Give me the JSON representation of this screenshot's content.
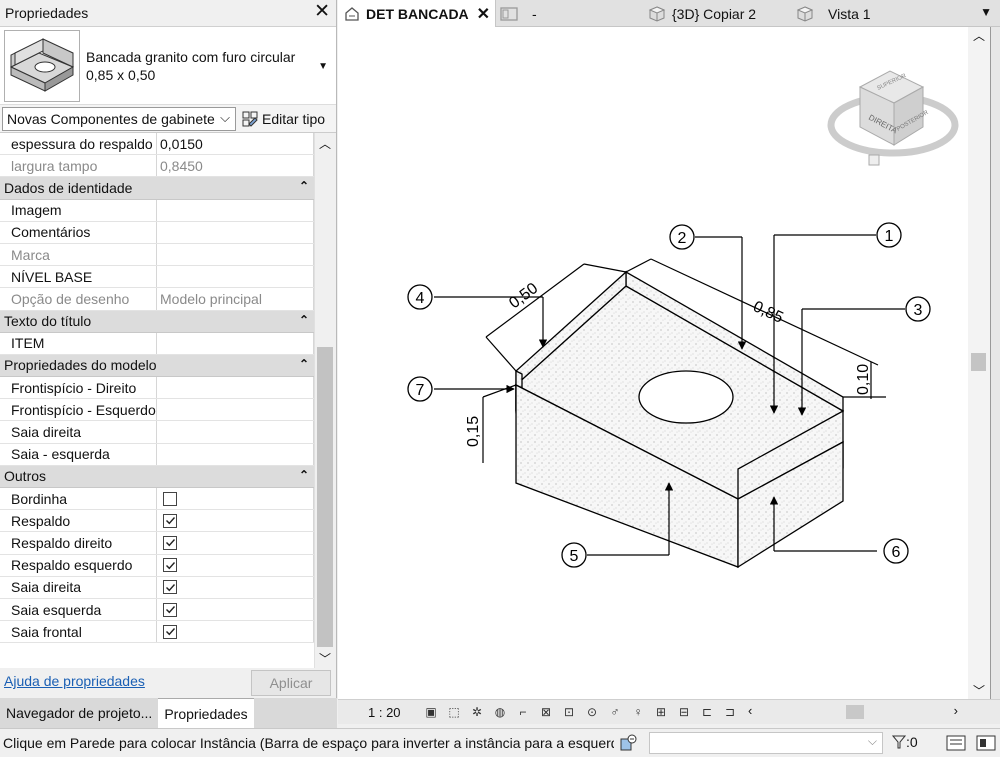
{
  "properties_panel": {
    "title": "Propriedades",
    "type_name_line1": "Bancada granito com furo circular",
    "type_name_line2": "0,85 x 0,50",
    "filter_dropdown": "Novas Componentes de gabinete",
    "edit_type_label": "Editar tipo",
    "rows_top": [
      {
        "name": "espessura do respaldo",
        "value": "0,0150",
        "greyed": false
      },
      {
        "name": "largura tampo",
        "value": "0,8450",
        "greyed": true
      }
    ],
    "groups": [
      {
        "label": "Dados de identidade",
        "rows": [
          {
            "name": "Imagem",
            "value": "",
            "greyed": false
          },
          {
            "name": "Comentários",
            "value": "",
            "greyed": false
          },
          {
            "name": "Marca",
            "value": "",
            "greyed": true
          },
          {
            "name": "NÍVEL BASE",
            "value": "",
            "greyed": false
          },
          {
            "name": "Opção de desenho",
            "value": "Modelo principal",
            "greyed": true
          }
        ]
      },
      {
        "label": "Texto do título",
        "rows": [
          {
            "name": "ITEM",
            "value": "",
            "greyed": false
          }
        ]
      },
      {
        "label": "Propriedades do modelo",
        "rows": [
          {
            "name": "Frontispício - Direito",
            "value": "",
            "greyed": false
          },
          {
            "name": "Frontispício - Esquerdo",
            "value": "",
            "greyed": false
          },
          {
            "name": "Saia direita",
            "value": "",
            "greyed": false
          },
          {
            "name": "Saia - esquerda",
            "value": "",
            "greyed": false
          }
        ]
      },
      {
        "label": "Outros",
        "checkbox_rows": [
          {
            "name": "Bordinha",
            "checked": false
          },
          {
            "name": "Respaldo",
            "checked": true
          },
          {
            "name": "Respaldo direito",
            "checked": true
          },
          {
            "name": "Respaldo esquerdo",
            "checked": true
          },
          {
            "name": "Saia direita",
            "checked": true
          },
          {
            "name": "Saia esquerda",
            "checked": true
          },
          {
            "name": "Saia frontal",
            "checked": true
          }
        ]
      }
    ],
    "help_link": "Ajuda de propriedades",
    "apply_button": "Aplicar",
    "bottom_tabs": [
      "Navegador de projeto...",
      "Propriedades"
    ],
    "active_bottom_tab": "Propriedades"
  },
  "view_tabs": [
    {
      "label": "DET BANCADA",
      "active": true,
      "icon": "section-view-icon"
    },
    {
      "label": "-",
      "active": false,
      "icon": "sheet-icon"
    },
    {
      "label": "{3D} Copiar 2",
      "active": false,
      "icon": "3d-view-icon"
    },
    {
      "label": "Vista 1",
      "active": false,
      "icon": "3d-view-icon"
    }
  ],
  "drawing": {
    "dimensions": [
      "0,50",
      "0,85",
      "0,10",
      "0,15"
    ],
    "callouts": [
      "1",
      "2",
      "3",
      "4",
      "5",
      "6",
      "7"
    ],
    "viewcube_labels": [
      "DIREITA",
      "POSTERIOR",
      "SUPERIOR"
    ]
  },
  "view_bar": {
    "scale": "1 : 20"
  },
  "status_bar": {
    "text": "Clique em Parede para colocar Instância (Barra de espaço para inverter a instância para a esquerda/d",
    "filter_count": ":0"
  },
  "colors": {
    "accent_link": "#1a5fb4",
    "group_header": "#dcdcdc"
  }
}
